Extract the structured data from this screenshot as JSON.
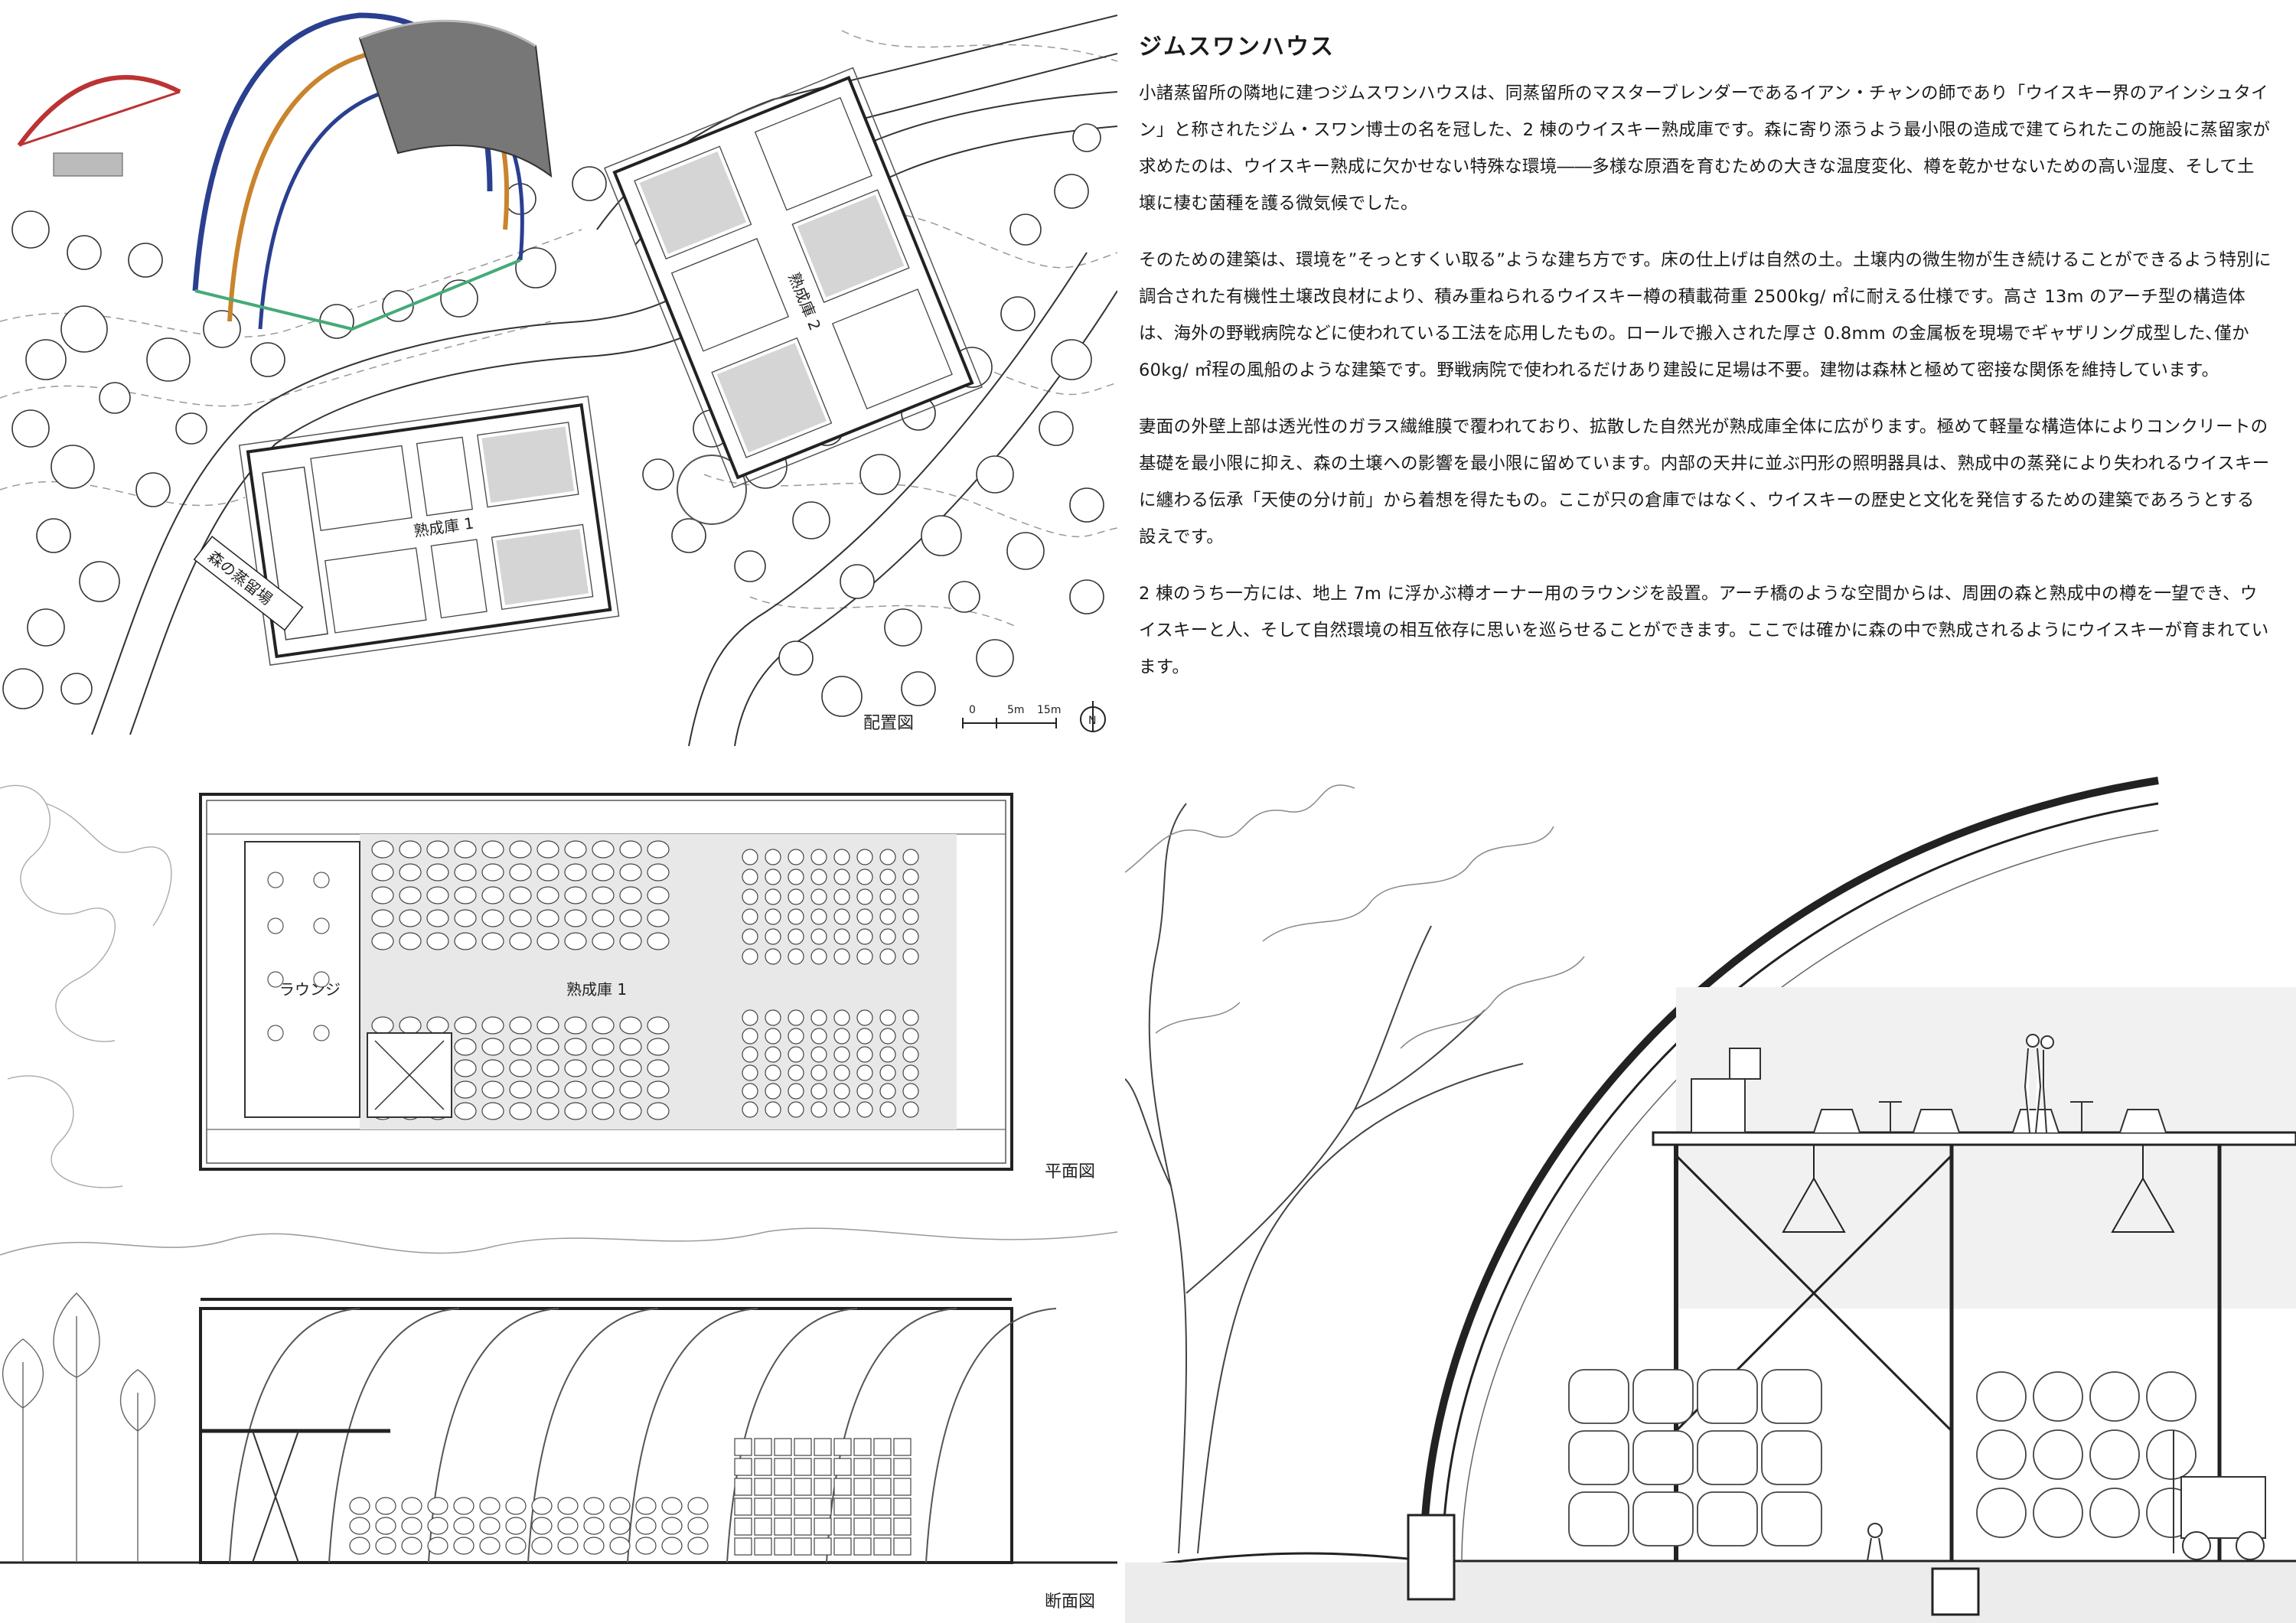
{
  "labels": {
    "site_plan": "配置図",
    "scale_0": "0",
    "scale_5": "5m",
    "scale_15": "15m",
    "north": "N",
    "warehouse1": "熟成庫 1",
    "warehouse2": "熟成庫 2",
    "distillery": "森の蒸留場",
    "plan_warehouse": "熟成庫 1",
    "lounge": "ラウンジ",
    "plan_view": "平面図",
    "section_view": "断面図"
  },
  "article": {
    "title": "ジムスワンハウス",
    "paragraphs": [
      "小諸蒸留所の隣地に建つジムスワンハウスは、同蒸留所のマスターブレンダーであるイアン・チャンの師であり「ウイスキー界のアインシュタイン」と称されたジム・スワン博士の名を冠した、2 棟のウイスキー熟成庫です。森に寄り添うよう最小限の造成で建てられたこの施設に蒸留家が求めたのは、ウイスキー熟成に欠かせない特殊な環境――多様な原酒を育むための大きな温度変化、樽を乾かせないための高い湿度、そして土壌に棲む菌種を護る微気候でした。",
      "そのための建築は、環境を”そっとすくい取る”ような建ち方です。床の仕上げは自然の土。土壌内の微生物が生き続けることができるよう特別に調合された有機性土壌改良材により、積み重ねられるウイスキー樽の積載荷重 2500kg/ ㎡に耐える仕様です。高さ 13m のアーチ型の構造体は、海外の野戦病院などに使われている工法を応用したもの。ロールで搬入された厚さ 0.8mm の金属板を現場でギャザリング成型した､僅か 60kg/ ㎡程の風船のような建築です。野戦病院で使われるだけあり建設に足場は不要。建物は森林と極めて密接な関係を維持しています。",
      "妻面の外壁上部は透光性のガラス繊維膜で覆われており、拡散した自然光が熟成庫全体に広がります。極めて軽量な構造体によりコンクリートの基礎を最小限に抑え、森の土壌への影響を最小限に留めています。内部の天井に並ぶ円形の照明器具は、熟成中の蒸発により失われるウイスキーに纏わる伝承「天使の分け前」から着想を得たもの。ここが只の倉庫ではなく、ウイスキーの歴史と文化を発信するための建築であろうとする設えです。",
      "2 棟のうち一方には、地上 7m に浮かぶ樽オーナー用のラウンジを設置。アーチ橋のような空間からは、周囲の森と熟成中の樽を一望でき、ウイスキーと人、そして自然環境の相互依存に思いを巡らせることができます。ここでは確かに森の中で熟成されるようにウイスキーが育まれています。"
    ]
  }
}
